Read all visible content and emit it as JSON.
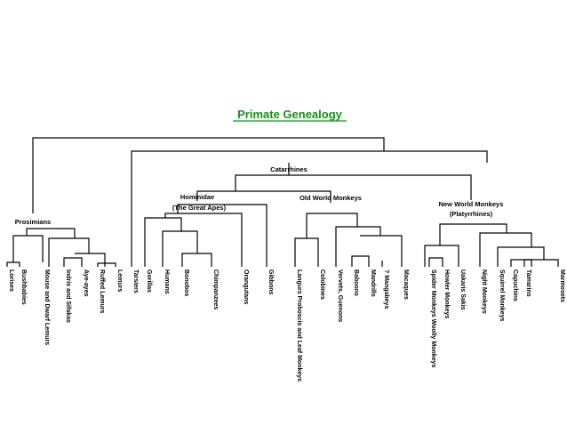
{
  "title": "Primate Genealogy",
  "title_color": "#1a8f1a",
  "groups": {
    "prosimians": "Prosimians",
    "catarrhines": "Catarrhines",
    "hominidae": "Hominidae",
    "hominidae_sub": "(The Great Apes)",
    "old_world": "Old World Monkeys",
    "new_world": "New World Monkeys",
    "new_world_sub": "(Platyrrhines)"
  },
  "leaves": [
    "Lorises",
    "Bushbabies",
    "Mouse and Dwarf Lemurs",
    "Indris and Sifakas",
    "Aye-ayes",
    "Ruffed Lemurs",
    "Lemurs",
    "Tarsiers",
    "Gorillas",
    "Humans",
    "Bonobos",
    "Chimpanzees",
    "Orangutans",
    "Gibbons",
    "Langurs Proboscis and Leaf Monkeys",
    "Colobines",
    "Vervets, Guenons",
    "Baboons",
    "Mandrills",
    "? Mangabeys",
    "Macaques",
    "Spider Monkeys Woolly Monkeys",
    "Howler Monkeys",
    "Uakaris Sakis",
    "Night Monkeys",
    "Squirrel Monkeys",
    "Capuchins",
    "Tamarins",
    "Marmosets"
  ]
}
